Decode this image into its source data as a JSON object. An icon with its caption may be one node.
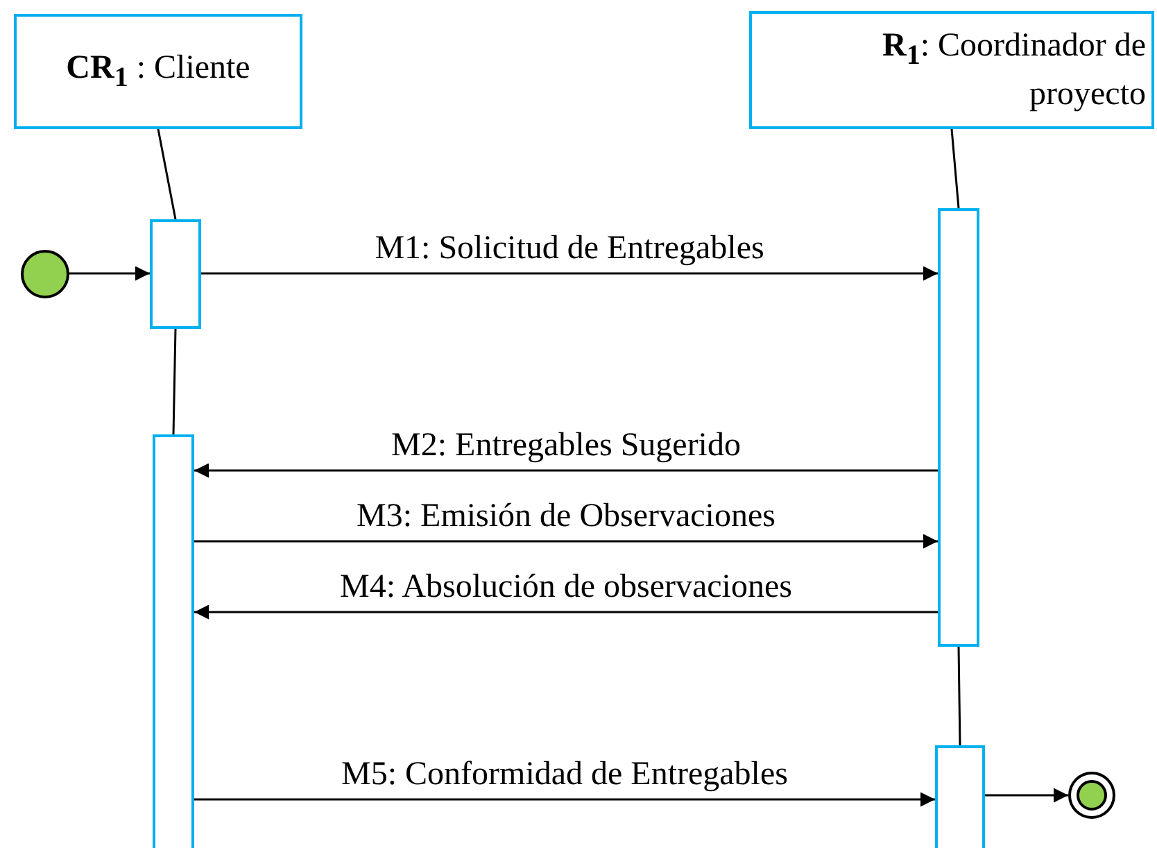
{
  "diagram": {
    "nodes": [
      {
        "text": [
          "**CR**$_{1}$ : Cliente"
        ]
      },
      {
        "text": [
          "**R**$_{1}$: Coordinador de proyecto"
        ]
      },
      {
        "text": [],
        "shape": "circle"
      },
      {
        "text": [],
        "shape": "bar"
      },
      {
        "text": [],
        "shape": "bar"
      },
      {
        "text": [],
        "shape": "bar"
      },
      {
        "text": [],
        "shape": "bar"
      },
      {
        "text": [],
        "shape": "circle"
      }
    ],
    "edges": [
      {
        "from": 0,
        "to": 3,
        "arrow": "none"
      },
      {
        "from": 3,
        "to": 5,
        "arrow": "none"
      },
      {
        "from": 1,
        "to": 4,
        "arrow": "none"
      },
      {
        "from": 4,
        "to": 6,
        "arrow": "none"
      },
      {
        "from": 2,
        "to": 3,
        "arrow": "to"
      },
      {
        "from": 3,
        "to": 4,
        "arrow": "to",
        "label": "M1: Solicitud de Entregables"
      },
      {
        "from": 4,
        "to": 5,
        "arrow": "to",
        "label": "M2: Entregables Sugerido"
      },
      {
        "from": 5,
        "to": 4,
        "arrow": "to",
        "label": "M3: Emisión de Observaciones"
      },
      {
        "from": 4,
        "to": 5,
        "arrow": "to",
        "label": "M4: Absolución de observaciones"
      },
      {
        "from": 5,
        "to": 6,
        "arrow": "to",
        "label": "M5: Conformidad de Entregables"
      },
      {
        "from": 6,
        "to": 7,
        "arrow": "to"
      }
    ]
  }
}
